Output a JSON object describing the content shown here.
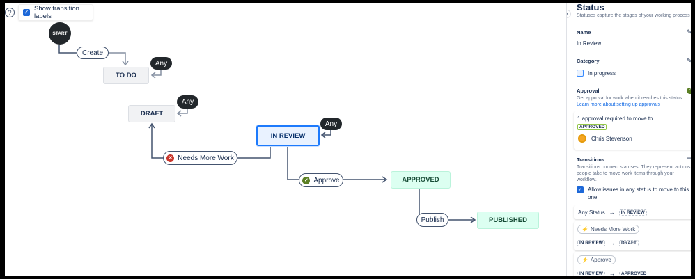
{
  "toolbar": {
    "help_icon": "question-circle-icon",
    "show_labels": "Show transition labels",
    "show_labels_checked": true
  },
  "workflow": {
    "start": "START",
    "statuses": {
      "todo": "TO DO",
      "draft": "DRAFT",
      "in_review": "IN REVIEW",
      "approved": "APPROVED",
      "published": "PUBLISHED"
    },
    "transitions": {
      "create": "Create",
      "needs_more_work": "Needs More Work",
      "approve": "Approve",
      "publish": "Publish",
      "any": "Any"
    }
  },
  "panel": {
    "title": "Status",
    "subtitle": "Statuses capture the stages of your working process",
    "name_label": "Name",
    "name_value": "In Review",
    "category_label": "Category",
    "category_value": "In progress",
    "approval_label": "Approval",
    "approval_enabled": true,
    "approval_desc": "Get approval for work when it reaches this status.",
    "approval_link": "Learn more about setting up approvals",
    "approval_required": "1 approval required to move to",
    "approval_target": "APPROVED",
    "approver": "Chris Stevenson",
    "transitions_label": "Transitions",
    "transitions_desc": "Transitions connect statuses. They represent actions people take to move work items through your workflow.",
    "allow_any": "Allow issues in any status to move to this one",
    "allow_any_checked": true,
    "transition_list": [
      {
        "name": "",
        "from": "Any Status",
        "to": "IN REVIEW"
      },
      {
        "name": "Needs More Work",
        "from": "IN REVIEW",
        "to": "DRAFT"
      },
      {
        "name": "Approve",
        "from": "IN REVIEW",
        "to": "APPROVED"
      }
    ],
    "colors": {
      "accent": "#1d7afc",
      "approved_bg": "#dcfff1",
      "toggle": "#5b7f24"
    }
  }
}
